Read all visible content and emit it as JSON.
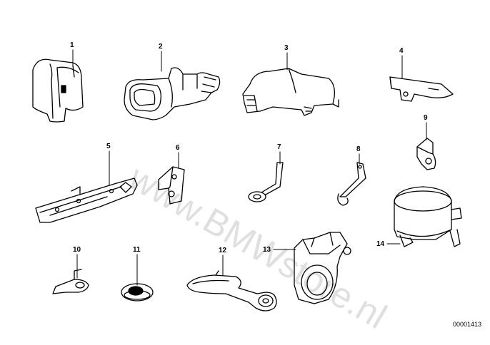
{
  "callouts": {
    "c1": "1",
    "c2": "2",
    "c3": "3",
    "c4": "4",
    "c5": "5",
    "c6": "6",
    "c7": "7",
    "c8": "8",
    "c9": "9",
    "c10": "10",
    "c11": "11",
    "c12": "12",
    "c13": "13",
    "c14": "14"
  },
  "watermark": "www.BMWstore.nl",
  "diagram_code": "00001413",
  "colors": {
    "ink": "#000000",
    "watermark": "#000000",
    "background": "#ffffff"
  }
}
